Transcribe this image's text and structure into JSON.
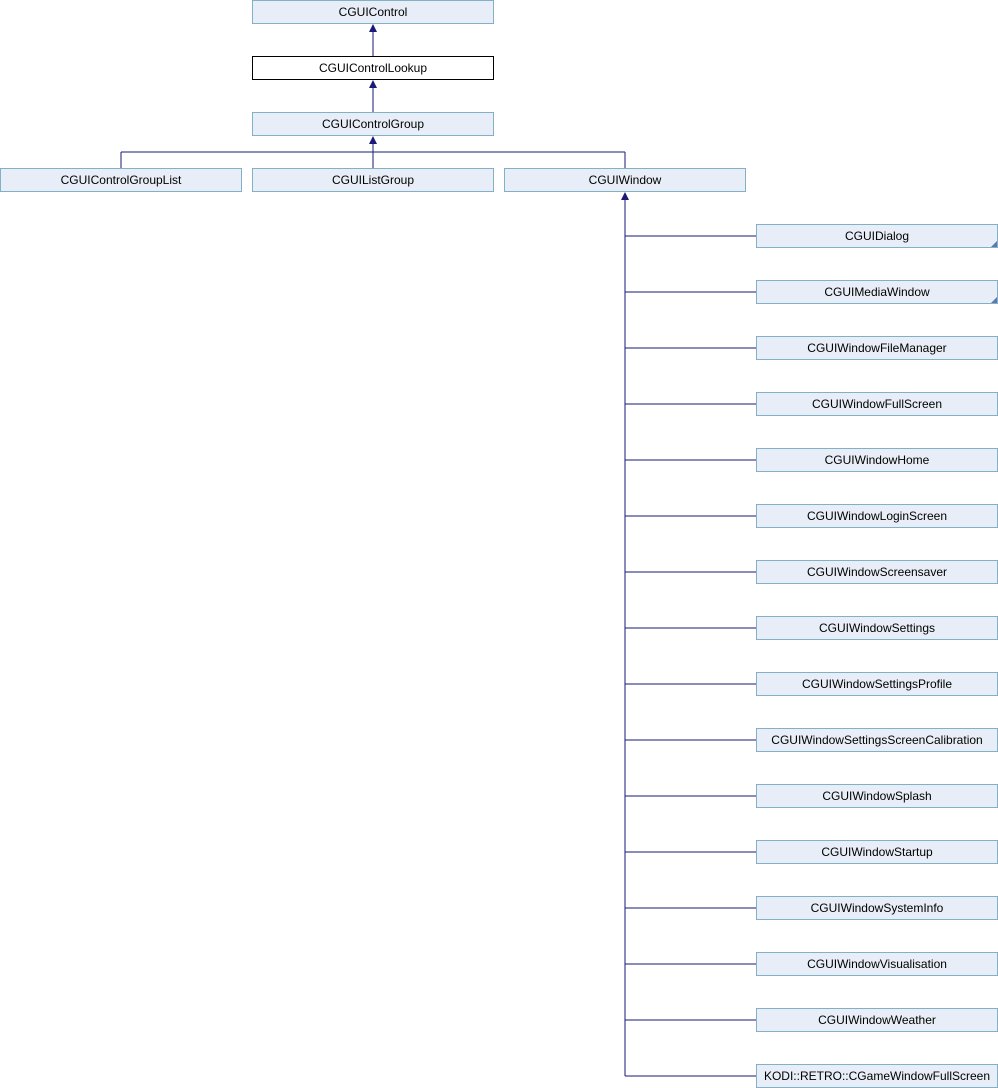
{
  "colors": {
    "edge": "#1a1a78",
    "node_fill": "#e8eef7",
    "node_border": "#84b0c7",
    "current_border": "#000000"
  },
  "nodes": {
    "cgui_control": "CGUIControl",
    "cgui_control_lookup": "CGUIControlLookup",
    "cgui_control_group": "CGUIControlGroup",
    "cgui_control_group_list": "CGUIControlGroupList",
    "cgui_list_group": "CGUIListGroup",
    "cgui_window": "CGUIWindow",
    "window_children": [
      "CGUIDialog",
      "CGUIMediaWindow",
      "CGUIWindowFileManager",
      "CGUIWindowFullScreen",
      "CGUIWindowHome",
      "CGUIWindowLoginScreen",
      "CGUIWindowScreensaver",
      "CGUIWindowSettings",
      "CGUIWindowSettingsProfile",
      "CGUIWindowSettingsScreenCalibration",
      "CGUIWindowSplash",
      "CGUIWindowStartup",
      "CGUIWindowSystemInfo",
      "CGUIWindowVisualisation",
      "CGUIWindowWeather",
      "KODI::RETRO::CGameWindowFullScreen"
    ]
  }
}
